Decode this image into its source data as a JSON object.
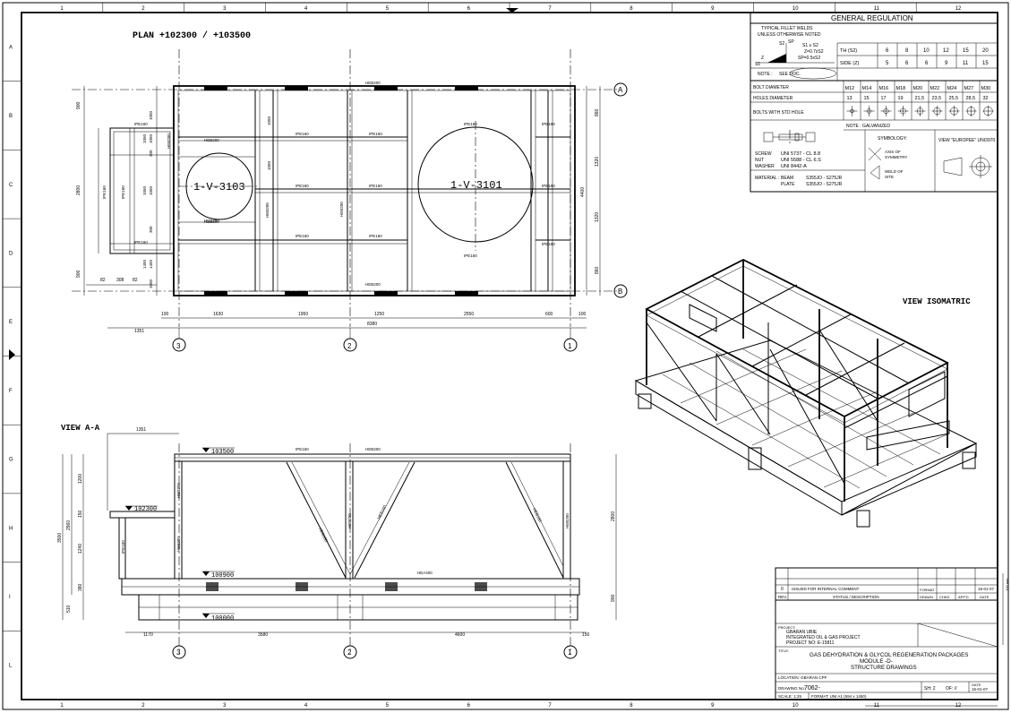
{
  "border": {
    "columns": [
      "1",
      "2",
      "3",
      "4",
      "5",
      "6",
      "7",
      "8",
      "9",
      "10",
      "11",
      "12"
    ],
    "rows": [
      "A",
      "B",
      "C",
      "D",
      "E",
      "F",
      "G",
      "H",
      "I",
      "L"
    ]
  },
  "plan": {
    "title": "PLAN +102300 / +103500",
    "circle_left": "1-V-3103",
    "circle_right": "1-V-3101",
    "grid_axes": [
      "3",
      "2",
      "1"
    ],
    "row_axes": [
      "A",
      "B"
    ],
    "dims_bottom": [
      "100",
      "1630",
      "1950",
      "1250",
      "2550",
      "600",
      "100"
    ],
    "dims_bottom_total": "8380",
    "dim_left_ext": "1351",
    "dims_left": [
      "900",
      "2800",
      "900"
    ],
    "dims_right": [
      "860",
      "1320",
      "1320",
      "860"
    ],
    "dim_right_total": "4400",
    "dims_lower_left": [
      "82",
      "308",
      "82"
    ],
    "beam_labels": [
      "HEB200",
      "IPE160",
      "HEB200",
      "IPE160",
      "IPE160",
      "IPE160",
      "IPE160",
      "IPE160",
      "IPE160",
      "IPE160",
      "HEB200",
      "HEB200",
      "HEB200",
      "IPE160",
      "IPE160",
      "IPE160",
      "IPE160",
      "HEB200",
      "HEB200",
      "IPE160",
      "IPE160",
      "IPE160",
      "HEB200"
    ],
    "small_dims": [
      "1050",
      "1050",
      "1050",
      "1050",
      "1050",
      "1050",
      "300",
      "1450",
      "1450",
      "1050",
      "1050",
      "300"
    ]
  },
  "section": {
    "title": "VIEW A-A",
    "ext_dim": "1351",
    "levels": [
      "103500",
      "102300",
      "100900",
      "100000"
    ],
    "dims_bottom": [
      "1170",
      "3580",
      "4600",
      "150"
    ],
    "grid_axes": [
      "3",
      "2",
      "1"
    ],
    "dims_left": [
      "1200",
      "150",
      "1240",
      "380",
      "510"
    ],
    "dim_left_total1": "2960",
    "dim_left_total2": "3500",
    "dims_right": [
      "2800",
      "900"
    ],
    "beam_labels": [
      "IPE160",
      "HEB200",
      "IPE160",
      "HEB200",
      "HEB200",
      "HEB160",
      "HEB160",
      "HEB160",
      "HEB200",
      "HEA400"
    ]
  },
  "isometric": {
    "title": "VIEW ISOMATRIC"
  },
  "regulation": {
    "title": "GENERAL REGULATION",
    "weld_note_1": "TYPICAL FILLET WELDS",
    "weld_note_2": "UNLESS OTHERWISE NOTED",
    "weld_sym": [
      "S2",
      "SP",
      "S1 ≥ S2",
      "Z=0.7xS2",
      "SP=0.5xS2",
      "Z",
      "S1"
    ],
    "note_label": "NOTE :",
    "note_text": "SEE DOC.",
    "weld_table": {
      "th_label": "TH  (S2)",
      "th_values": [
        "6",
        "8",
        "10",
        "12",
        "15",
        "20"
      ],
      "side_label": "SIDE  (Z)",
      "side_values": [
        "5",
        "6",
        "6",
        "9",
        "11",
        "15"
      ]
    },
    "bolt_table": {
      "bolt_label": "BOLT DIAMETER",
      "bolt_values": [
        "M12",
        "M14",
        "M16",
        "M18",
        "M20",
        "M22",
        "M24",
        "M27",
        "M30"
      ],
      "hole_label": "HOLES DIAMETER",
      "hole_values": [
        "13",
        "15",
        "17",
        "19",
        "21,5",
        "23,5",
        "25,5",
        "28,5",
        "32"
      ],
      "std_label": "BOLTS WITH STD HOLE"
    },
    "galvanized": "NOTE : GALVANIZED",
    "symbology": "SYMBOLOGY:",
    "axis_sym": [
      "AXIS OF",
      "SYMMETRY"
    ],
    "weld_site": [
      "WELD OF",
      "SITE"
    ],
    "view_europe": "VIEW \"EUROPEE\" UNI3970",
    "hardware": [
      {
        "item": "SCREW",
        "spec": "UNI 5737 - CL 8.8"
      },
      {
        "item": "NUT",
        "spec": "UNI 5588 - CL 6.S"
      },
      {
        "item": "WASHER",
        "spec": "UNI 8442-A"
      }
    ],
    "material_label": "MATERIAL :",
    "materials": [
      {
        "item": "BEAM",
        "spec": "S355JO  -  S275JR"
      },
      {
        "item": "PLATE",
        "spec": "S355JO  -  S275JR"
      }
    ]
  },
  "title_block": {
    "revision": {
      "rev": "0",
      "status": "ISSUED FOR INTERNAL COMMENT",
      "date": "15-01-07"
    },
    "headers": {
      "rev": "REV.",
      "status": "STATUS / DESCRIPTION",
      "format": "FORMAT",
      "drawn": "DRAWN",
      "chkd": "CHKD",
      "appd": "APP'D",
      "date": "DATE"
    },
    "project_label": "PROJECT:",
    "project_lines": [
      "GBARAN UBIE",
      "INTEGRATED OIL & GAS PROJECT",
      "PROJECT NO: E-15811"
    ],
    "title_label": "TITLE:",
    "title_lines": [
      "GAS DEHYDRATION & GLYCOL REGENERATION PACKAGES",
      "MODULE -D-",
      "STRUCTURE DRAWINGS"
    ],
    "location": "LOCATION: GBARAN CPF",
    "drawing_label": "DRAWING No:",
    "drawing_no": "7062-",
    "sheet": "SH: 2",
    "of": "OF: //",
    "date_label": "DATE",
    "date": "15-01-07",
    "scale": "SCALE: 1:25",
    "format": "FORMAT:  UNI A1 (594 x 1450)",
    "margin_label": "100 mm"
  }
}
